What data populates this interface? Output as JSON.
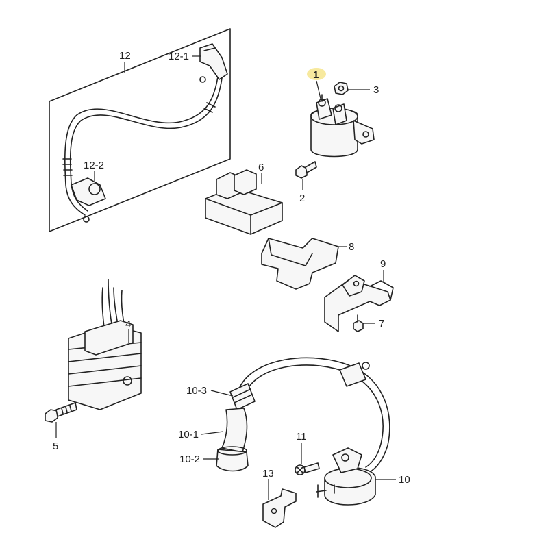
{
  "highlight_color": "#f6e58d",
  "callouts": {
    "c1": "1",
    "c2": "2",
    "c3": "3",
    "c4": "4",
    "c5": "5",
    "c6": "6",
    "c7": "7",
    "c8": "8",
    "c9": "9",
    "c10": "10",
    "c10_1": "10-1",
    "c10_2": "10-2",
    "c10_3": "10-3",
    "c11": "11",
    "c12": "12",
    "c12_1": "12-1",
    "c12_2": "12-2",
    "c13": "13"
  }
}
